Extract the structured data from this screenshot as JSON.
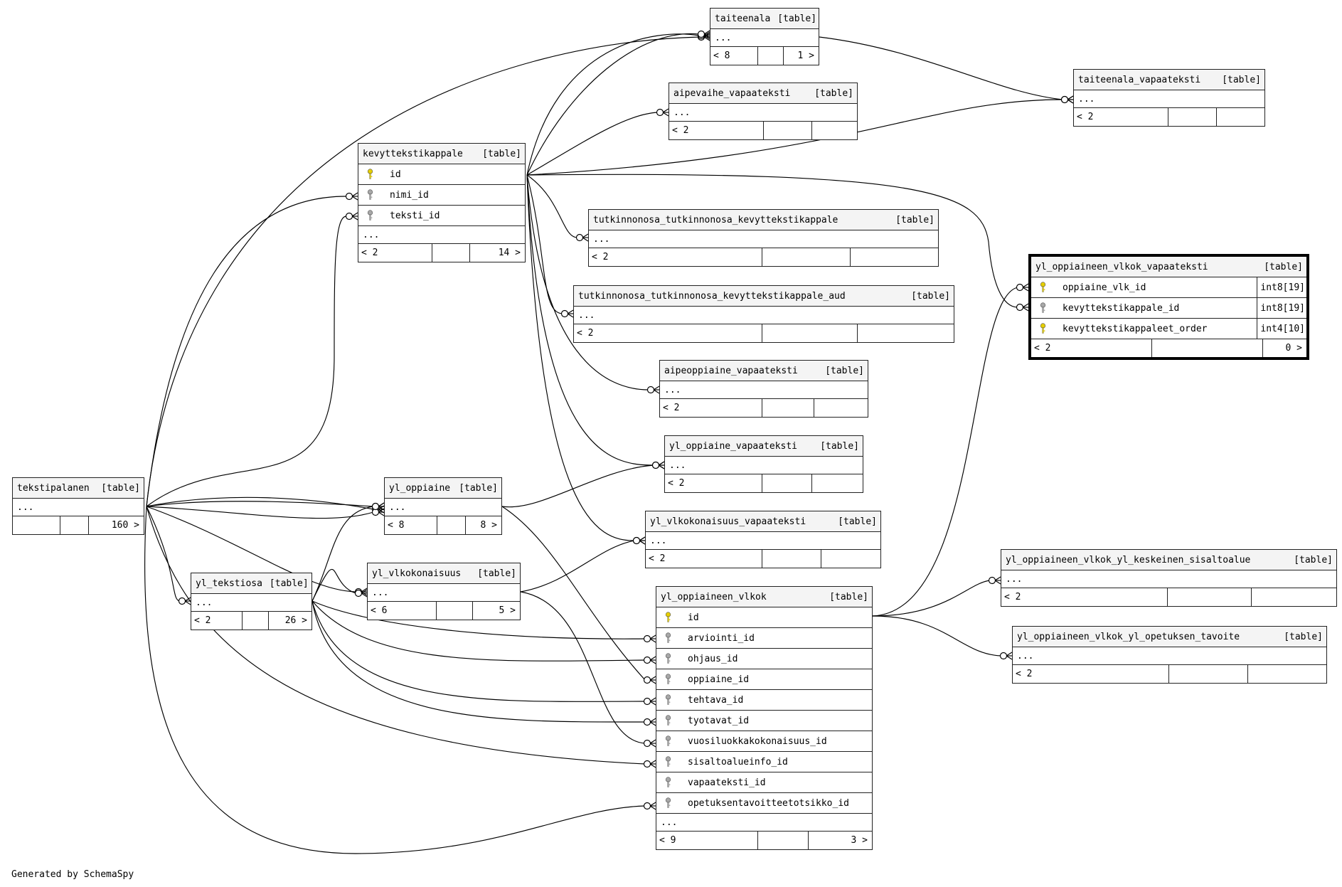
{
  "diagram": {
    "footer_text": "Generated by SchemaSpy",
    "key_colors": {
      "primary": "#e6cf00",
      "foreign": "#a8a8a8"
    },
    "tables": [
      {
        "id": "tekstipalanen",
        "name": "tekstipalanen",
        "type": "[table]",
        "columns": [],
        "more": "...",
        "parents": "",
        "children": "160 >"
      },
      {
        "id": "kevyttekstikappale",
        "name": "kevyttekstikappale",
        "type": "[table]",
        "columns": [
          {
            "name": "id",
            "key": "primary-key-icon"
          },
          {
            "name": "nimi_id",
            "key": "foreign-key-icon"
          },
          {
            "name": "teksti_id",
            "key": "foreign-key-icon"
          }
        ],
        "more": "...",
        "parents": "< 2",
        "children": "14 >"
      },
      {
        "id": "taiteenala",
        "name": "taiteenala",
        "type": "[table]",
        "columns": [],
        "more": "...",
        "parents": "< 8",
        "children": "1 >"
      },
      {
        "id": "taiteenala_vapaateksti",
        "name": "taiteenala_vapaateksti",
        "type": "[table]",
        "columns": [],
        "more": "...",
        "parents": "< 2",
        "children": ""
      },
      {
        "id": "aipevaihe_vapaateksti",
        "name": "aipevaihe_vapaateksti",
        "type": "[table]",
        "columns": [],
        "more": "...",
        "parents": "< 2",
        "children": ""
      },
      {
        "id": "tutk_kevyt",
        "name": "tutkinnonosa_tutkinnonosa_kevyttekstikappale",
        "type": "[table]",
        "columns": [],
        "more": "...",
        "parents": "< 2",
        "children": ""
      },
      {
        "id": "tutk_kevyt_aud",
        "name": "tutkinnonosa_tutkinnonosa_kevyttekstikappale_aud",
        "type": "[table]",
        "columns": [],
        "more": "...",
        "parents": "< 2",
        "children": ""
      },
      {
        "id": "aipeoppiaine_vapaateksti",
        "name": "aipeoppiaine_vapaateksti",
        "type": "[table]",
        "columns": [],
        "more": "...",
        "parents": "< 2",
        "children": ""
      },
      {
        "id": "yl_oppiaine_vapaateksti",
        "name": "yl_oppiaine_vapaateksti",
        "type": "[table]",
        "columns": [],
        "more": "...",
        "parents": "< 2",
        "children": ""
      },
      {
        "id": "yl_vlkokonaisuus_vapaateksti",
        "name": "yl_vlkokonaisuus_vapaateksti",
        "type": "[table]",
        "columns": [],
        "more": "...",
        "parents": "< 2",
        "children": ""
      },
      {
        "id": "yl_oppiaine",
        "name": "yl_oppiaine",
        "type": "[table]",
        "columns": [],
        "more": "...",
        "parents": "< 8",
        "children": "8 >"
      },
      {
        "id": "yl_tekstiosa",
        "name": "yl_tekstiosa",
        "type": "[table]",
        "columns": [],
        "more": "...",
        "parents": "< 2",
        "children": "26 >"
      },
      {
        "id": "yl_vlkokonaisuus",
        "name": "yl_vlkokonaisuus",
        "type": "[table]",
        "columns": [],
        "more": "...",
        "parents": "< 6",
        "children": "5 >"
      },
      {
        "id": "yl_oppiaineen_vlkok",
        "name": "yl_oppiaineen_vlkok",
        "type": "[table]",
        "columns": [
          {
            "name": "id",
            "key": "primary-key-icon"
          },
          {
            "name": "arviointi_id",
            "key": "foreign-key-icon"
          },
          {
            "name": "ohjaus_id",
            "key": "foreign-key-icon"
          },
          {
            "name": "oppiaine_id",
            "key": "foreign-key-icon"
          },
          {
            "name": "tehtava_id",
            "key": "foreign-key-icon"
          },
          {
            "name": "tyotavat_id",
            "key": "foreign-key-icon"
          },
          {
            "name": "vuosiluokkakokonaisuus_id",
            "key": "foreign-key-icon"
          },
          {
            "name": "sisaltoalueinfo_id",
            "key": "foreign-key-icon"
          },
          {
            "name": "vapaateksti_id",
            "key": "foreign-key-icon"
          },
          {
            "name": "opetuksentavoitteetotsikko_id",
            "key": "foreign-key-icon"
          }
        ],
        "more": "...",
        "parents": "< 9",
        "children": "3 >"
      },
      {
        "id": "yl_vlkok_vapaateksti",
        "name": "yl_oppiaineen_vlkok_vapaateksti",
        "type": "[table]",
        "columns": [
          {
            "name": "oppiaine_vlk_id",
            "key": "primary-key-icon",
            "type": "int8[19]"
          },
          {
            "name": "kevyttekstikappale_id",
            "key": "foreign-key-icon",
            "type": "int8[19]"
          },
          {
            "name": "kevyttekstikappaleet_order",
            "key": "primary-key-icon",
            "type": "int4[10]"
          }
        ],
        "more": "",
        "parents": "< 2",
        "children": "0 >"
      },
      {
        "id": "yl_vlkok_keskeinen",
        "name": "yl_oppiaineen_vlkok_yl_keskeinen_sisaltoalue",
        "type": "[table]",
        "columns": [],
        "more": "...",
        "parents": "< 2",
        "children": ""
      },
      {
        "id": "yl_vlkok_tavoite",
        "name": "yl_oppiaineen_vlkok_yl_opetuksen_tavoite",
        "type": "[table]",
        "columns": [],
        "more": "...",
        "parents": "< 2",
        "children": ""
      }
    ]
  }
}
